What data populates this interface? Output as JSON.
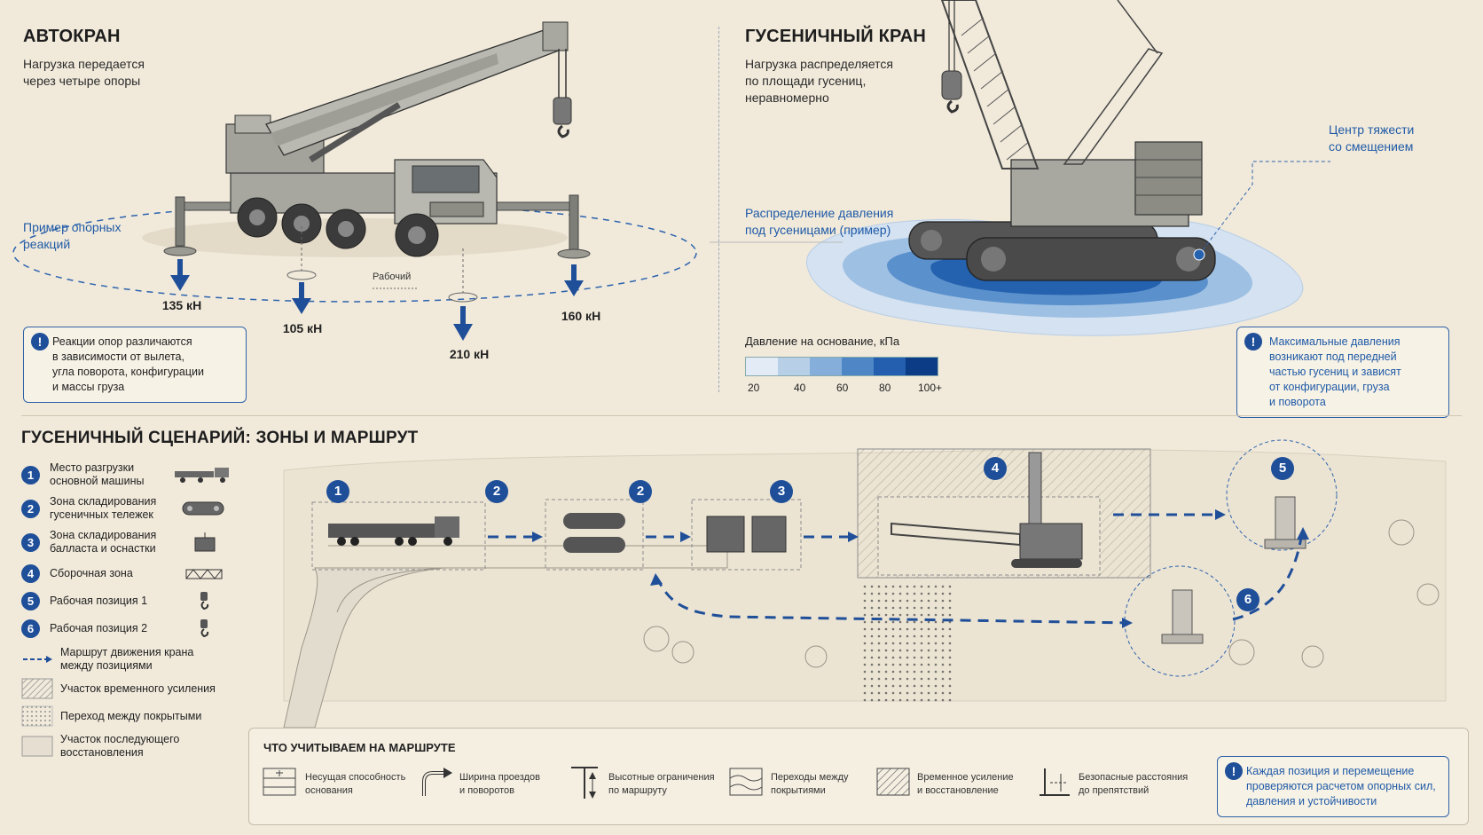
{
  "truck": {
    "title": "АВТОКРАН",
    "subtitle_line1": "Нагрузка передается",
    "subtitle_line2": "через четыре опоры",
    "reactions_label_line1": "Пример опорных",
    "reactions_label_line2": "реакций",
    "forces": [
      "135 кН",
      "105 кН",
      "210 кН",
      "160 кН"
    ],
    "working_label": "Рабочий",
    "note": [
      "Реакции опор различаются",
      "в зависимости от вылета,",
      "угла поворота, конфигурации",
      "и массы груза"
    ]
  },
  "crawler": {
    "title": "ГУСЕНИЧНЫЙ КРАН",
    "subtitle": [
      "Нагрузка распределяется",
      "по площади гусениц,",
      "неравномерно"
    ],
    "cog_label": [
      "Центр тяжести",
      "со смещением"
    ],
    "pressure_label": [
      "Распределение давления",
      "под гусеницами (пример)"
    ],
    "scale_title": "Давление на основание, кПа",
    "scale_ticks": [
      "20",
      "40",
      "60",
      "80",
      "100+"
    ],
    "scale_colors": [
      "#e3ecf6",
      "#b8cfe8",
      "#86aedb",
      "#4f86c6",
      "#235fae",
      "#0d3c86"
    ],
    "note": [
      "Максимальные давления",
      "возникают под передней",
      "частью гусениц и зависят",
      "от конфигурации, груза",
      "и поворота"
    ]
  },
  "scenario": {
    "title": "ГУСЕНИЧНЫЙ СЦЕНАРИЙ: ЗОНЫ И МАРШРУТ",
    "legend": [
      {
        "num": "1",
        "label": [
          "Место разгрузки",
          "основной машины"
        ]
      },
      {
        "num": "2",
        "label": [
          "Зона складирования",
          "гусеничных тележек"
        ]
      },
      {
        "num": "3",
        "label": [
          "Зона складирования",
          "балласта и оснастки"
        ]
      },
      {
        "num": "4",
        "label": [
          "Сборочная зона"
        ]
      },
      {
        "num": "5",
        "label": [
          "Рабочая позиция 1"
        ]
      },
      {
        "num": "6",
        "label": [
          "Рабочая позиция 2"
        ]
      }
    ],
    "legend_route": [
      "Маршрут движения крана",
      "между позициями"
    ],
    "legend_reinforce": "Участок временного усиления",
    "legend_transition": "Переход между покрытыми",
    "legend_restore": [
      "Участок последующего",
      "восстановления"
    ],
    "map_numbers": [
      "1",
      "2",
      "2",
      "3",
      "4",
      "5",
      "6"
    ]
  },
  "route_panel": {
    "title": "ЧТО УЧИТЫВАЕМ НА МАРШРУТЕ",
    "items": [
      {
        "icon": "soil-layers-icon",
        "label": [
          "Несущая способность",
          "основания"
        ]
      },
      {
        "icon": "turn-arrow-icon",
        "label": [
          "Ширина проездов",
          "и поворотов"
        ]
      },
      {
        "icon": "height-limit-icon",
        "label": [
          "Высотные ограничения",
          "по маршруту"
        ]
      },
      {
        "icon": "surface-transition-icon",
        "label": [
          "Переходы между",
          "покрытиями"
        ]
      },
      {
        "icon": "hatched-square-icon",
        "label": [
          "Временное усиление",
          "и восстановление"
        ]
      },
      {
        "icon": "clearance-icon",
        "label": [
          "Безопасные расстояния",
          "до препятствий"
        ]
      }
    ],
    "note": [
      "Каждая позиция и перемещение",
      "проверяются расчетом опорных сил,",
      "давления и устойчивости"
    ]
  },
  "colors": {
    "accent": "#1f4f99",
    "background": "#f1eadb"
  }
}
